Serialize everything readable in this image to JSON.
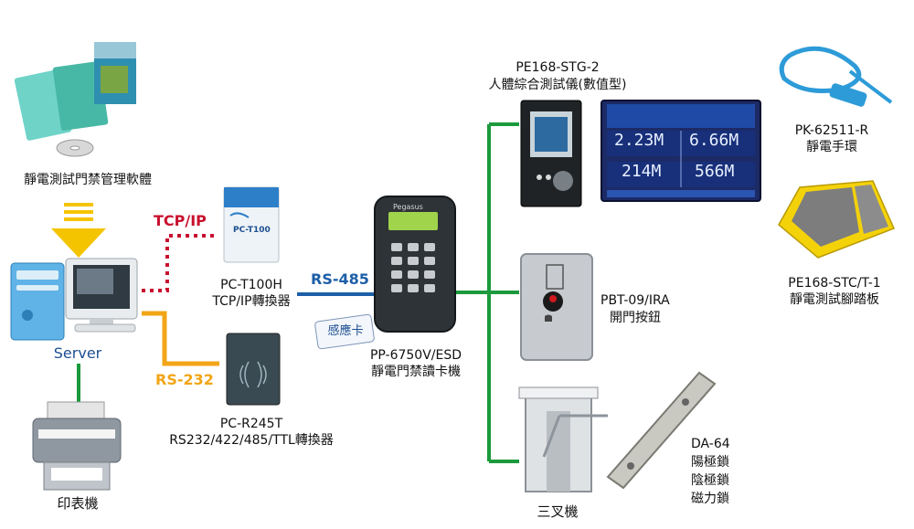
{
  "colors": {
    "tcp_line": "#c8102e",
    "rs232_line": "#f2a516",
    "rs485_line": "#1d5fa8",
    "green_line": "#1b9a3c",
    "accent_blue": "#1d4f91"
  },
  "software": {
    "label": "靜電測試門禁管理軟體"
  },
  "server": {
    "label": "Server"
  },
  "printer": {
    "label": "印表機"
  },
  "tcp": {
    "tag": "TCP/IP"
  },
  "rs232": {
    "tag": "RS-232"
  },
  "rs485": {
    "tag": "RS-485"
  },
  "pc_t100h": {
    "model": "PC-T100H",
    "desc": "TCP/IP轉換器",
    "device_text": "PC-T100"
  },
  "pc_r245t": {
    "model": "PC-R245T",
    "desc": "RS232/422/485/TTL轉換器"
  },
  "card": {
    "label": "感應卡"
  },
  "reader": {
    "model": "PP-6750V/ESD",
    "desc": "靜電門禁讀卡機",
    "brand": "Pegasus"
  },
  "tester": {
    "model": "PE168-STG-2",
    "desc": "人體綜合測試儀(數值型)",
    "readings": [
      "2.23M",
      "6.66M",
      "214M",
      "566M"
    ]
  },
  "button": {
    "model": "PBT-09/IRA",
    "desc": "開門按鈕"
  },
  "turnstile": {
    "label": "三叉機"
  },
  "lock": {
    "model": "DA-64",
    "lines": [
      "陽極鎖",
      "陰極鎖",
      "磁力鎖"
    ]
  },
  "wrist": {
    "model": "PK-62511-R",
    "desc": "靜電手環"
  },
  "footplate": {
    "model": "PE168-STC/T-1",
    "desc": "靜電測試腳踏板"
  }
}
